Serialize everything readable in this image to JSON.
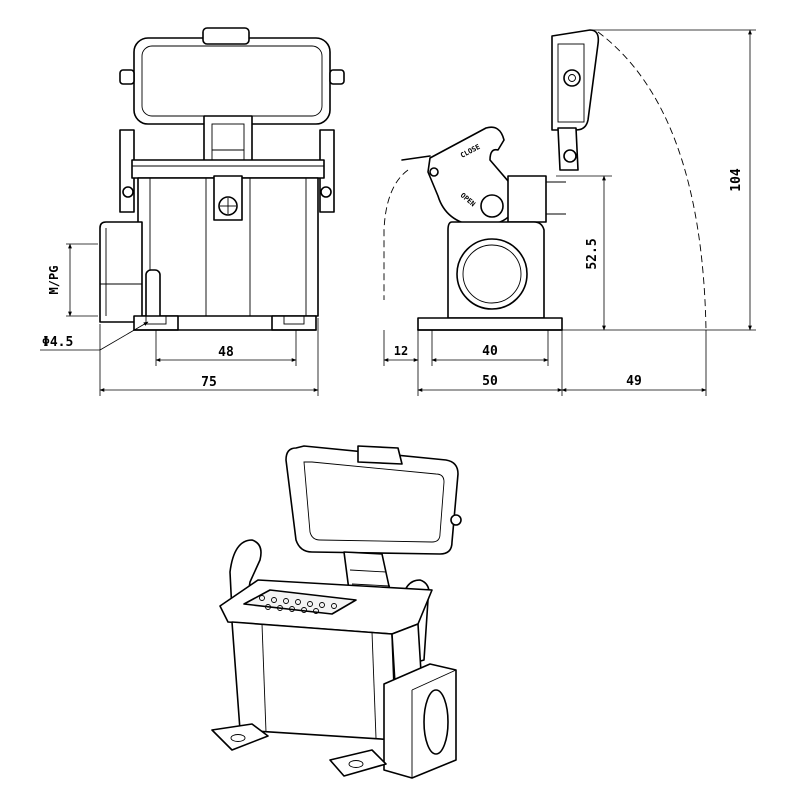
{
  "front_view": {
    "dim_thread": "M/PG",
    "dim_hole": "Φ4.5",
    "dim_hole_spacing": "48",
    "dim_width": "75"
  },
  "side_view": {
    "dim_offset": "12",
    "dim_base_inner": "40",
    "dim_base_outer": "50",
    "dim_cover_swing": "49",
    "dim_height_body": "52.5",
    "dim_height_total": "104",
    "label_close": "CLOSE",
    "label_open": "OPEN"
  }
}
